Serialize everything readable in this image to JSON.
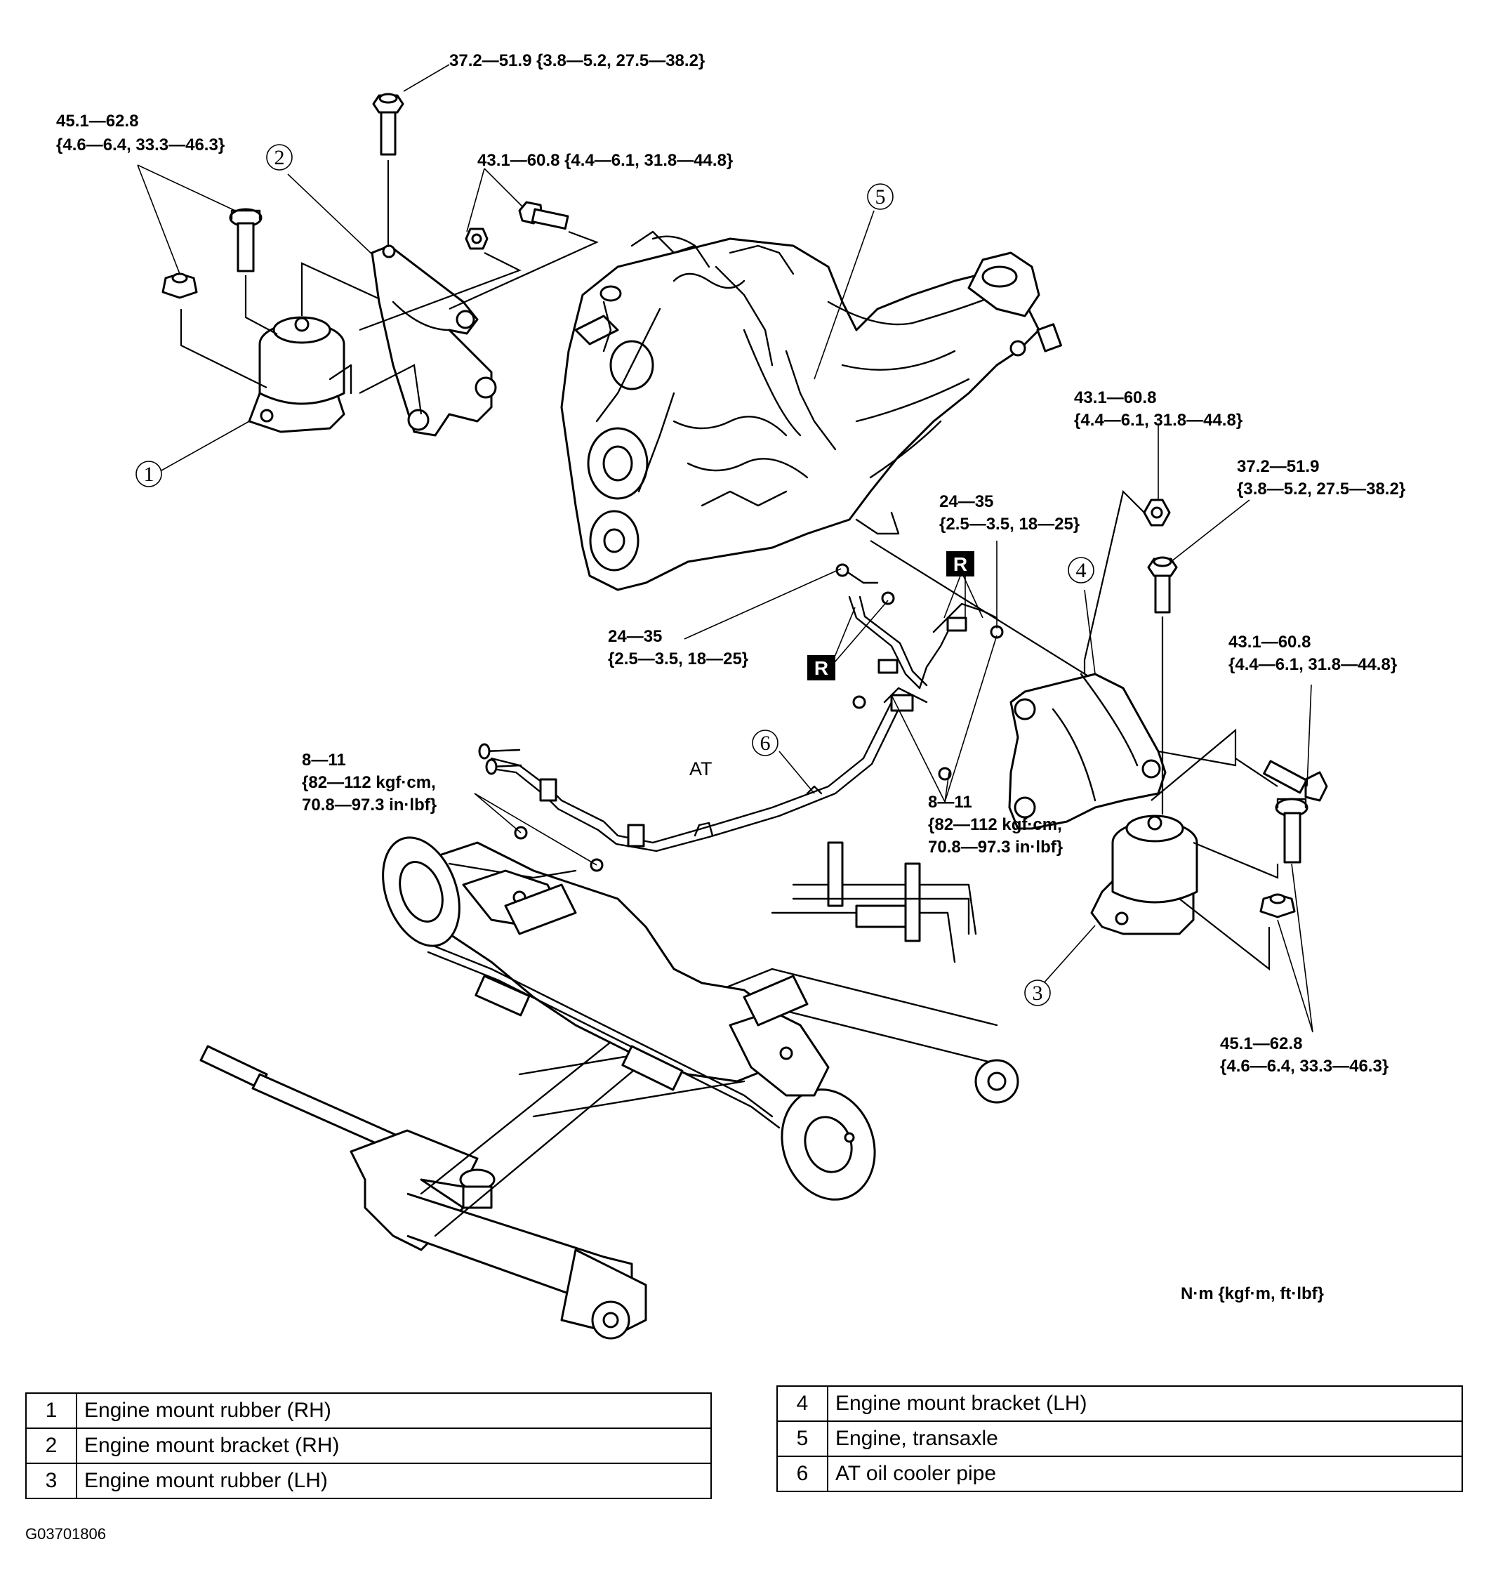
{
  "torque_labels": {
    "t1_line1": "37.2—51.9 {3.8—5.2, 27.5—38.2}",
    "t2_line1": "45.1—62.8",
    "t2_line2": "{4.6—6.4, 33.3—46.3}",
    "t3_line1": "43.1—60.8 {4.4—6.1, 31.8—44.8}",
    "t4_line1": "43.1—60.8",
    "t4_line2": "{4.4—6.1, 31.8—44.8}",
    "t5_line1": "37.2—51.9",
    "t5_line2": "{3.8—5.2, 27.5—38.2}",
    "t6_line1": "24—35",
    "t6_line2": "{2.5—3.5, 18—25}",
    "t7_line1": "24—35",
    "t7_line2": "{2.5—3.5, 18—25}",
    "t8_line1": "43.1—60.8",
    "t8_line2": "{4.4—6.1, 31.8—44.8}",
    "t9_line1": "8—11",
    "t9_line2": "{82—112 kgf·cm,",
    "t9_line3": "70.8—97.3 in·lbf}",
    "t10_line1": "8—11",
    "t10_line2": "{82—112 kgf·cm,",
    "t10_line3": "70.8—97.3 in·lbf}",
    "t11_line1": "45.1—62.8",
    "t11_line2": "{4.6—6.4, 33.3—46.3}"
  },
  "callouts": {
    "c1": "1",
    "c2": "2",
    "c3": "3",
    "c4": "4",
    "c5": "5",
    "c6": "6"
  },
  "marks": {
    "replace_a": "R",
    "replace_b": "R",
    "at": "AT"
  },
  "units_note": "N·m {kgf·m, ft·lbf}",
  "legend": {
    "left": [
      {
        "num": "1",
        "name": "Engine mount rubber (RH)"
      },
      {
        "num": "2",
        "name": "Engine mount bracket (RH)"
      },
      {
        "num": "3",
        "name": "Engine mount rubber (LH)"
      }
    ],
    "right": [
      {
        "num": "4",
        "name": "Engine mount bracket (LH)"
      },
      {
        "num": "5",
        "name": "Engine, transaxle"
      },
      {
        "num": "6",
        "name": "AT oil cooler pipe"
      }
    ]
  },
  "figure_code": "G03701806"
}
